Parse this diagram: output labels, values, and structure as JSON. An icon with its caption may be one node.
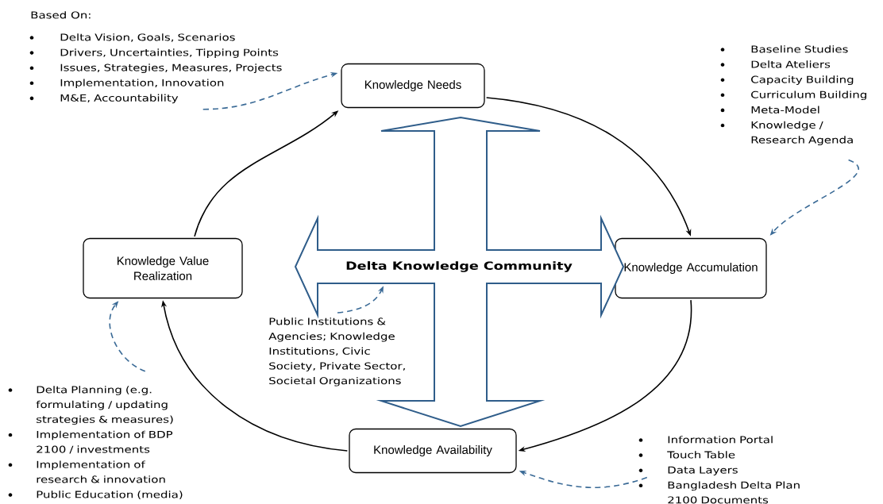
{
  "diagram": {
    "nodes": [
      {
        "text": [
          "Knowledge Needs"
        ]
      },
      {
        "text": [
          "Knowledge Accumulation"
        ]
      },
      {
        "text": [
          "Knowledge Availability"
        ]
      },
      {
        "text": [
          "Knowledge Value Realization"
        ]
      },
      {
        "text": [
          "Delta Knowledge Community"
        ]
      },
      {
        "text": [
          "Based On:",
          "Delta Vision, Goals, Scenarios",
          "Drivers, Uncertainties, Tipping Points",
          "Issues, Strategies, Measures, Projects",
          "Implementation, Innovation",
          "M&E, Accountability"
        ]
      },
      {
        "text": [
          "Baseline Studies",
          "Delta Ateliers",
          "Capacity Building",
          "Curriculum Building",
          "Meta-Model",
          "Knowledge / Research Agenda"
        ]
      },
      {
        "text": [
          "Delta Planning (e.g. formulating / updating strategies & measures)",
          "Implementation of BDP 2100 / investments",
          "Implementation of research & innovation",
          "Public Education (media)"
        ]
      },
      {
        "text": [
          "Public Institutions & Agencies; Knowledge Institutions, Civic Society, Private Sector, Societal Organizations"
        ]
      },
      {
        "text": [
          "Information Portal",
          "Touch Table",
          "Data Layers",
          "Bangladesh Delta Plan 2100 Documents"
        ]
      }
    ],
    "edges": [
      {
        "from": 0,
        "to": 1,
        "arrow": "to",
        "color": "#000000"
      },
      {
        "from": 1,
        "to": 2,
        "arrow": "to",
        "color": "#000000"
      },
      {
        "from": 2,
        "to": 3,
        "arrow": "to",
        "color": "#000000"
      },
      {
        "from": 3,
        "to": 0,
        "arrow": "to",
        "color": "#000000"
      },
      {
        "from": 5,
        "to": 0,
        "arrow": "to",
        "style": "dashed",
        "color": "#3a6a96"
      },
      {
        "from": 6,
        "to": 1,
        "arrow": "to",
        "style": "dashed",
        "color": "#3a6a96"
      },
      {
        "from": 7,
        "to": 3,
        "arrow": "to",
        "style": "dashed",
        "color": "#3a6a96"
      },
      {
        "from": 8,
        "to": 4,
        "arrow": "to",
        "style": "dashed",
        "color": "#3a6a96"
      },
      {
        "from": 9,
        "to": 2,
        "arrow": "to",
        "style": "dashed",
        "color": "#3a6a96"
      }
    ]
  }
}
